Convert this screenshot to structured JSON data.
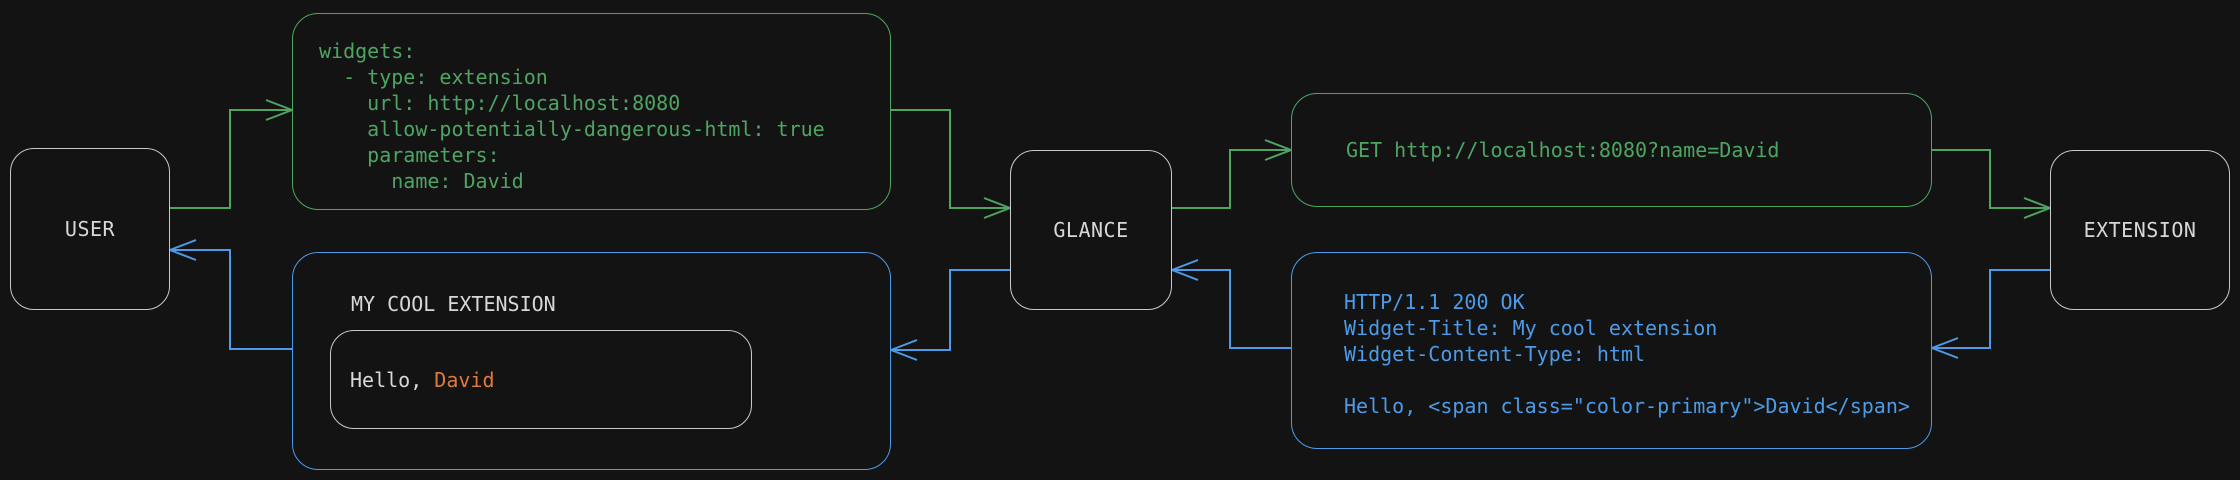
{
  "colors": {
    "background": "#131313",
    "node_border": "#c9c9c9",
    "text": "#d8d8d8",
    "request_green": "#4ea563",
    "response_blue": "#4d9be8",
    "primary_orange": "#de7a3c"
  },
  "nodes": {
    "user": {
      "label": "USER"
    },
    "glance": {
      "label": "GLANCE"
    },
    "extension": {
      "label": "EXTENSION"
    }
  },
  "boxes": {
    "config": {
      "code": "widgets:\n  - type: extension\n    url: http://localhost:8080\n    allow-potentially-dangerous-html: true\n    parameters:\n      name: David"
    },
    "request": {
      "code": "GET http://localhost:8080?name=David"
    },
    "response": {
      "code": "HTTP/1.1 200 OK\nWidget-Title: My cool extension\nWidget-Content-Type: html\n\nHello, <span class=\"color-primary\">David</span>"
    },
    "widget_preview": {
      "title": "MY COOL EXTENSION",
      "greeting_prefix": "Hello, ",
      "greeting_name": "David"
    }
  }
}
